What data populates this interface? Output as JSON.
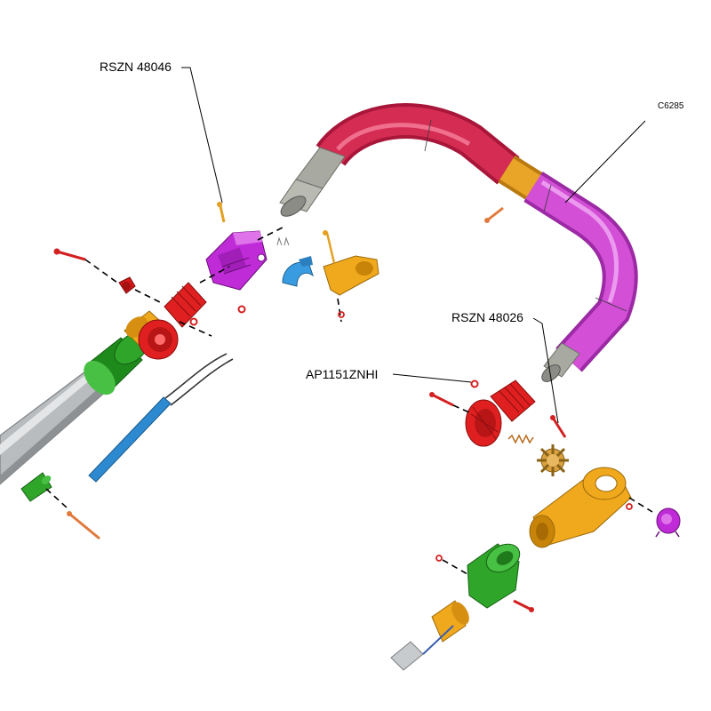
{
  "callouts": {
    "rszn_48046": "RSZN 48046",
    "c6285": "C6285",
    "rszn_48026": "RSZN 48026",
    "ap1151znhi": "AP1151ZNHI"
  },
  "colors": {
    "handle_bar_red": "#d42c52",
    "handle_bar_magenta": "#d24fd6",
    "handle_bar_orange": "#e8a528",
    "tube_grey": "#a8a9a1",
    "latch_magenta": "#c02bd8",
    "clip_blue": "#3a9ce0",
    "hinge_red": "#e02020",
    "collar_green": "#2fa52a",
    "bracket_orange": "#f0a81c",
    "cable_blue": "#2e8ad0",
    "pole_grey": "#b9bcbf"
  }
}
